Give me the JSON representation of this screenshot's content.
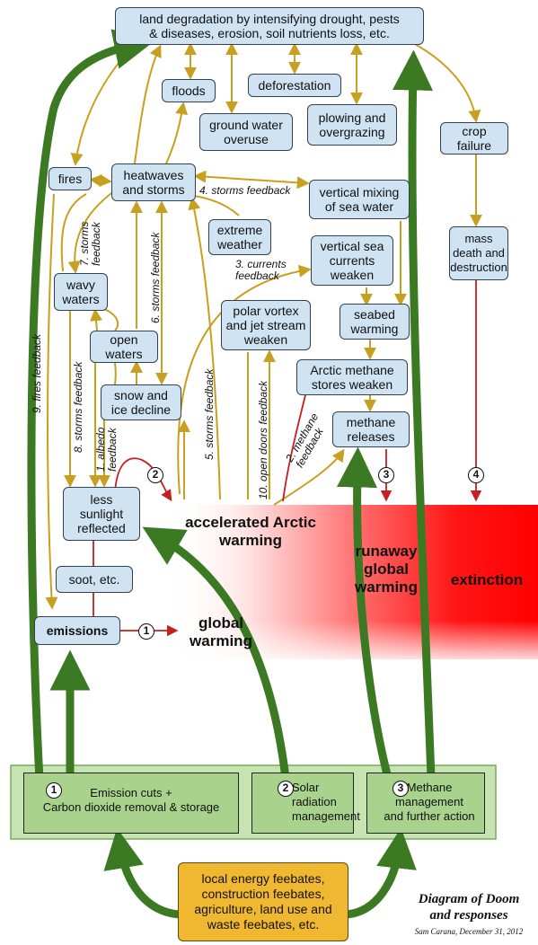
{
  "colors": {
    "node_fill": "#cfe3f3",
    "node_border": "#33404d",
    "gold_arrow": "#c8a020",
    "red_arrow": "#c42020",
    "green_arrow": "#3b7a22",
    "response_fill": "#a9d28c",
    "response_panel": "#c6e3b2",
    "feebates_fill": "#f0b830"
  },
  "nodes": {
    "land_degradation": "land degradation by intensifying drought, pests\n& diseases, erosion, soil nutrients loss, etc.",
    "floods": "floods",
    "deforestation": "deforestation",
    "ground_water": "ground water\noveruse",
    "plowing": "plowing and\novergrazing",
    "crop_failure": "crop\nfailure",
    "fires": "fires",
    "heatwaves": "heatwaves\nand storms",
    "vertical_mixing": "vertical mixing\nof sea water",
    "extreme_weather": "extreme\nweather",
    "vertical_currents": "vertical sea\ncurrents\nweaken",
    "mass_death": "mass\ndeath and\ndestruction",
    "wavy_waters": "wavy\nwaters",
    "polar_vortex": "polar vortex\nand jet stream\nweaken",
    "seabed": "seabed\nwarming",
    "open_waters": "open\nwaters",
    "arctic_methane": "Arctic methane\nstores weaken",
    "snow_ice": "snow and\nice decline",
    "methane_releases": "methane\nreleases",
    "less_sunlight": "less\nsunlight\nreflected",
    "soot": "soot, etc.",
    "emissions": "emissions"
  },
  "feedbacks": {
    "f1": "1. albedo\nfeedback",
    "f2": "2. methane\nfeedback",
    "f3": "3. currents\nfeedback",
    "f4": "4. storms feedback",
    "f5": "5. storms feedback",
    "f6": "6. storms feedback",
    "f7": "7. storms\nfeedback",
    "f8": "8. storms feedback",
    "f9": "9. fires feedback",
    "f10": "10. open doors feedback"
  },
  "outcomes": {
    "accelerated": "accelerated Arctic\nwarming",
    "runaway": "runaway\nglobal\nwarming",
    "extinction": "extinction",
    "global_warming": "global\nwarming"
  },
  "markers": {
    "m1": "1",
    "m2": "2",
    "m3": "3",
    "m4": "4"
  },
  "responses": {
    "r1_num": "1",
    "r1_text": "Emission cuts +\nCarbon dioxide removal & storage",
    "r2_num": "2",
    "r2_text": "Solar\nradiation\nmanagement",
    "r3_num": "3",
    "r3_text": "Methane\nmanagement\nand further action",
    "feebates": "local energy feebates,\nconstruction feebates,\nagriculture, land use and\nwaste feebates,  etc."
  },
  "signature": {
    "title": "Diagram of Doom\nand responses",
    "author": "Sam Carana, December 31, 2012"
  }
}
